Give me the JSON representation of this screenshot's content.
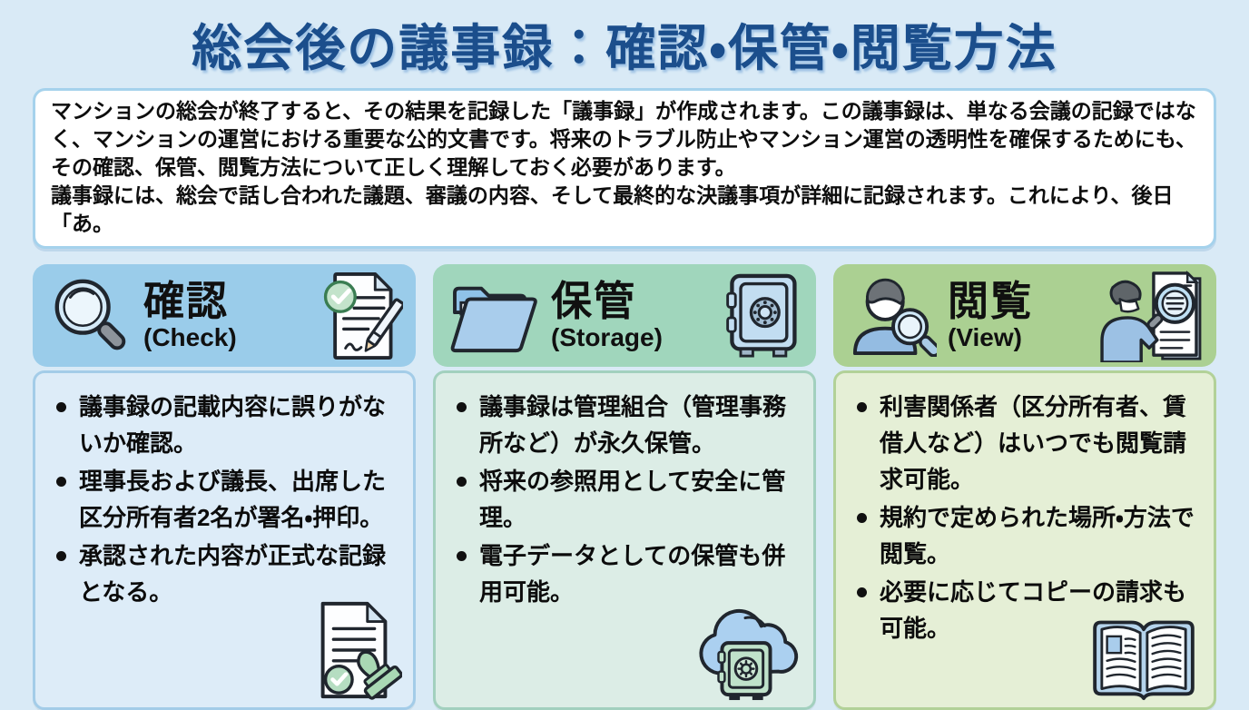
{
  "page": {
    "title": "総会後の議事録：確認・保管・閲覧方法",
    "colors": {
      "background": "#d9eaf6",
      "title": "#1b4e8c"
    },
    "intro": {
      "p1": "マンションの総会が終了すると、その結果を記録した「議事録」が作成されます。この議事録は、単なる会議の記録ではなく、マンションの運営における重要な公的文書です。将来のトラブル防止やマンション運営の透明性を確保するためにも、その確認、保管、閲覧方法について正しく理解しておく必要があります。",
      "p2": "議事録には、総会で話し合われた議題、審議の内容、そして最終的な決議事項が詳細に記録されます。これにより、後日「あ。"
    }
  },
  "cards": [
    {
      "title": "確認",
      "subtitle": "(Check)",
      "icons": {
        "header_left": "magnifier-icon",
        "header_right": "document-check-pen-icon",
        "corner": "document-stamp-icon"
      },
      "colors": {
        "header": "#9accea",
        "panel": "#ddecf8",
        "border": "#a3cce8"
      },
      "bullets": [
        "議事録の記載内容に誤りがないか確認。",
        "理事長および議長、出席した区分所有者2名が署名・押印。",
        "承認された内容が正式な記録となる。"
      ]
    },
    {
      "title": "保管",
      "subtitle": "(Storage)",
      "icons": {
        "header_left": "folder-icon",
        "header_right": "safe-icon",
        "corner": "cloud-safe-icon"
      },
      "colors": {
        "header": "#a0d6bc",
        "panel": "#dcEde6",
        "border": "#a2d0be"
      },
      "bullets": [
        "議事録は管理組合（管理事務所など）が永久保管。",
        "将来の参照用として安全に管理。",
        "電子データとしての保管も併用可能。"
      ]
    },
    {
      "title": "閲覧",
      "subtitle": "(View)",
      "icons": {
        "header_left": "person-magnifier-icon",
        "header_right": "person-viewing-document-icon",
        "corner": "open-book-icon"
      },
      "colors": {
        "header": "#abd092",
        "panel": "#e5efd6",
        "border": "#b2d198"
      },
      "bullets": [
        "利害関係者（区分所有者、賃借人など）はいつでも閲覧請求可能。",
        "規約で定められた場所・方法で閲覧。",
        "必要に応じてコピーの請求も可能。"
      ]
    }
  ]
}
